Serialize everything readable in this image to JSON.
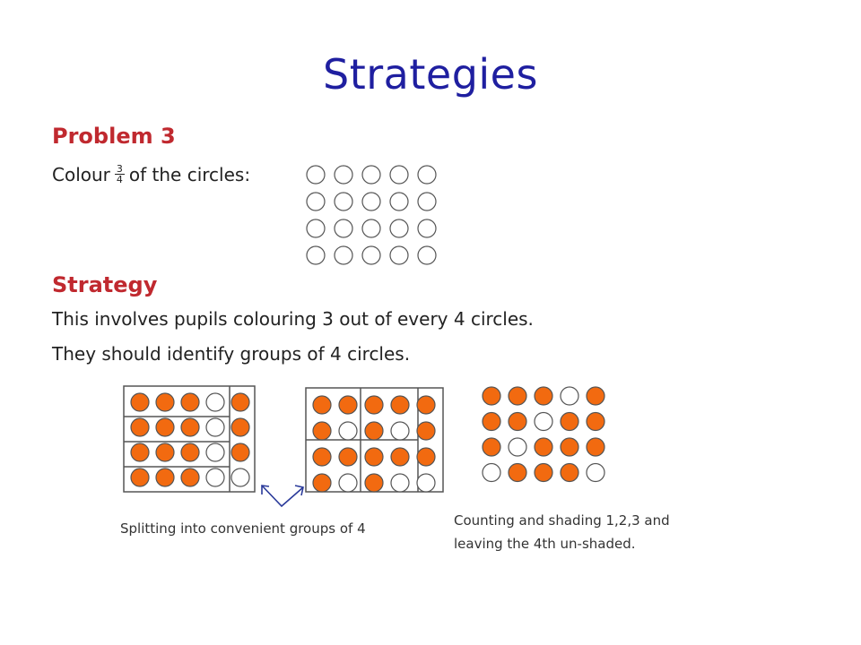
{
  "slide": {
    "title": "Strategies"
  },
  "problem": {
    "heading": "Problem 3",
    "prompt_before": "Colour",
    "fraction_numerator": "3",
    "fraction_denominator": "4",
    "prompt_after": "of the circles:"
  },
  "strategy": {
    "heading": "Strategy",
    "line1": "This involves pupils colouring 3 out of every 4 circles.",
    "line2": "They should identify groups of 4 circles."
  },
  "captions": {
    "grouping": "Splitting into convenient groups of 4",
    "counting_line1": "Counting and shading 1,2,3 and",
    "counting_line2": "leaving the 4th un-shaded."
  },
  "colors": {
    "title": "#1f1fa0",
    "heading": "#c0292f",
    "shaded_circle": "#f26a10",
    "circle_outline": "#555555",
    "arrow": "#2a3a9a"
  },
  "grids": {
    "problem_grid": {
      "rows": [
        [
          0,
          0,
          0,
          0,
          0
        ],
        [
          0,
          0,
          0,
          0,
          0
        ],
        [
          0,
          0,
          0,
          0,
          0
        ],
        [
          0,
          0,
          0,
          0,
          0
        ]
      ]
    },
    "grouping_a": {
      "rows": [
        [
          1,
          1,
          1,
          0,
          1
        ],
        [
          1,
          1,
          1,
          0,
          1
        ],
        [
          1,
          1,
          1,
          0,
          1
        ],
        [
          1,
          1,
          1,
          0,
          0
        ]
      ]
    },
    "grouping_b": {
      "rows": [
        [
          1,
          1,
          1,
          1,
          1
        ],
        [
          1,
          0,
          1,
          0,
          1
        ],
        [
          1,
          1,
          1,
          1,
          1
        ],
        [
          1,
          0,
          1,
          0,
          0
        ]
      ]
    },
    "counting": {
      "rows": [
        [
          1,
          1,
          1,
          0,
          1
        ],
        [
          1,
          1,
          0,
          1,
          1
        ],
        [
          1,
          0,
          1,
          1,
          1
        ],
        [
          0,
          1,
          1,
          1,
          0
        ]
      ]
    }
  }
}
